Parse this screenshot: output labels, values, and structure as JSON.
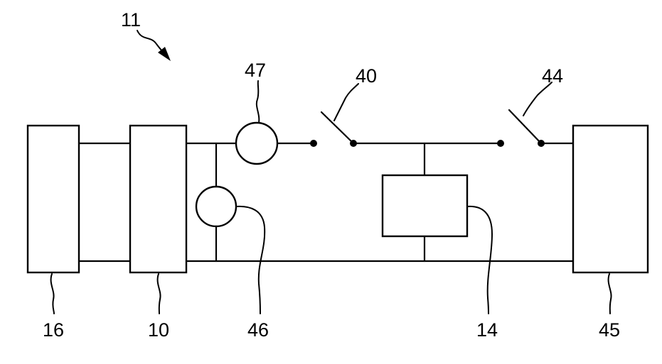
{
  "diagram": {
    "ref_system": "11",
    "components": {
      "block_16": "16",
      "block_10": "10",
      "circle_46": "46",
      "circle_47": "47",
      "switch_40": "40",
      "block_14": "14",
      "switch_44": "44",
      "block_45": "45"
    }
  }
}
